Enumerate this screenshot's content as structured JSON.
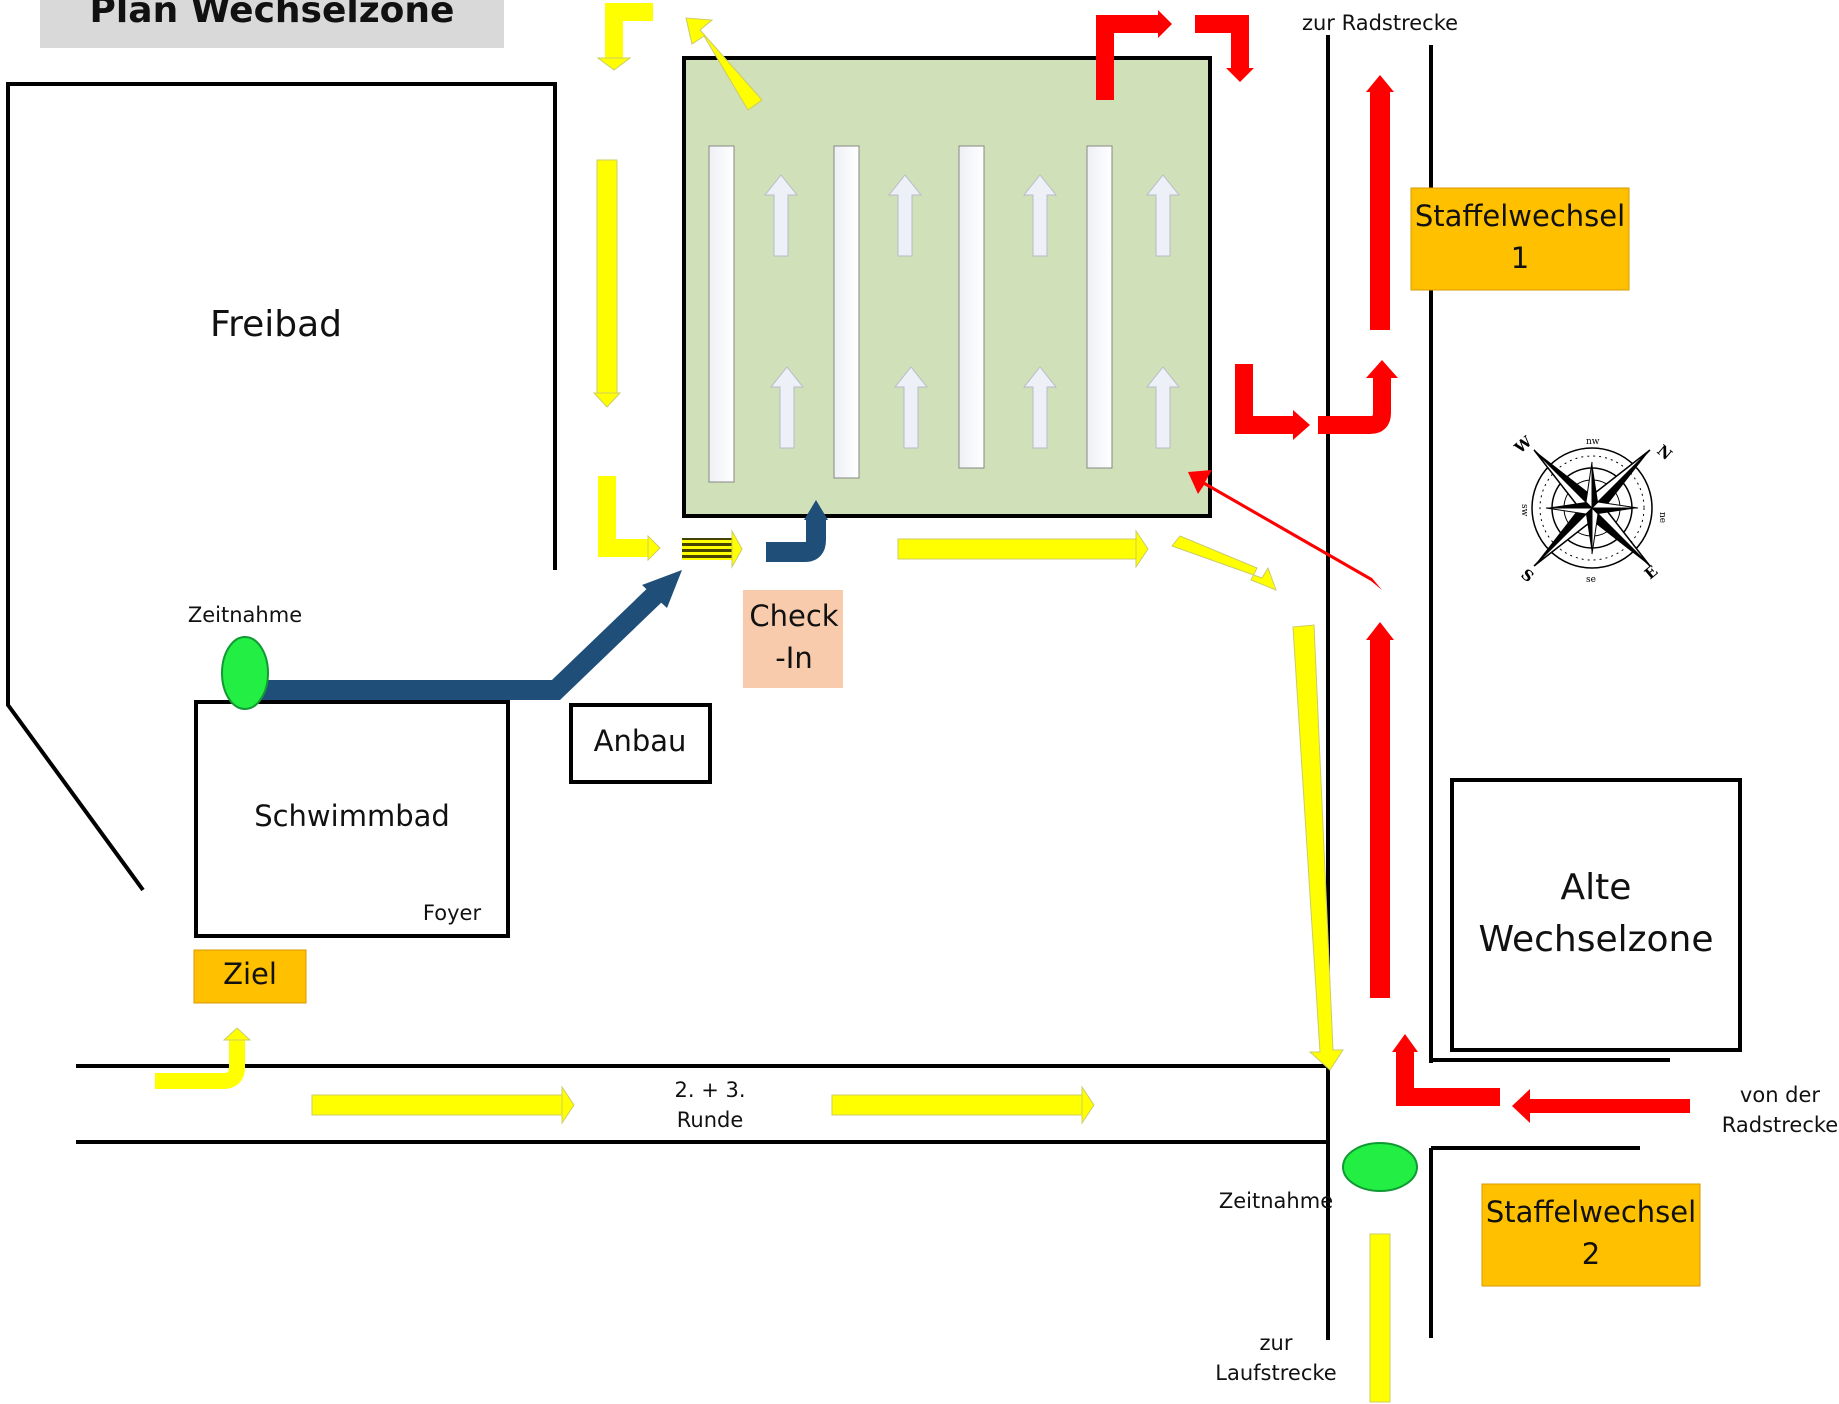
{
  "title": "Plan Wechselzone",
  "areas": {
    "freibad": "Freibad",
    "schwimmbad": "Schwimmbad",
    "foyer": "Foyer",
    "anbau": "Anbau",
    "alte_wechselzone_line1": "Alte",
    "alte_wechselzone_line2": "Wechselzone"
  },
  "badges": {
    "check_in_line1": "Check",
    "check_in_line2": "-In",
    "ziel": "Ziel",
    "staffelwechsel_1_line1": "Staffelwechsel",
    "staffelwechsel_1_line2": "1",
    "staffelwechsel_2_line1": "Staffelwechsel",
    "staffelwechsel_2_line2": "2"
  },
  "labels": {
    "zeitnahme_top": "Zeitnahme",
    "zeitnahme_bottom": "Zeitnahme",
    "zur_radstrecke": "zur Radstrecke",
    "von_der_line1": "von der",
    "von_der_line2": "Radstrecke",
    "runde_line1": "2. + 3.",
    "runde_line2": "Runde",
    "zur_line1": "zur",
    "zur_line2": "Laufstrecke"
  },
  "compass": {
    "n": "N",
    "e": "E",
    "s": "S",
    "w": "W",
    "nw": "nw",
    "ne": "ne",
    "se": "se",
    "sw": "sw"
  },
  "colors": {
    "swim": "#1f4e79",
    "bike": "#ff0000",
    "run": "#ffff00",
    "zone": "#d0e0b8",
    "badge": "#ffc000",
    "checkin": "#f8cbad",
    "timing": "#22ee44",
    "title_bg": "#d9d9d9"
  }
}
